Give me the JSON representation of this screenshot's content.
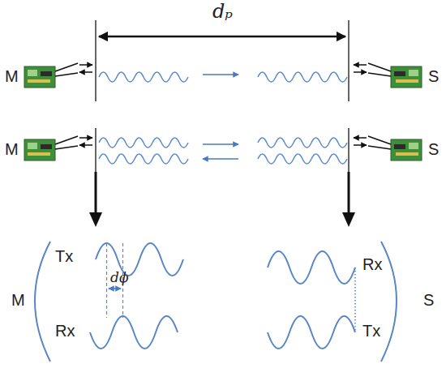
{
  "diagram": {
    "labels": [
      "dₚ",
      "M",
      "S",
      "M",
      "S",
      "Tx",
      "Rx",
      "dϕ",
      "Rx",
      "Tx",
      "M",
      "S"
    ]
  }
}
